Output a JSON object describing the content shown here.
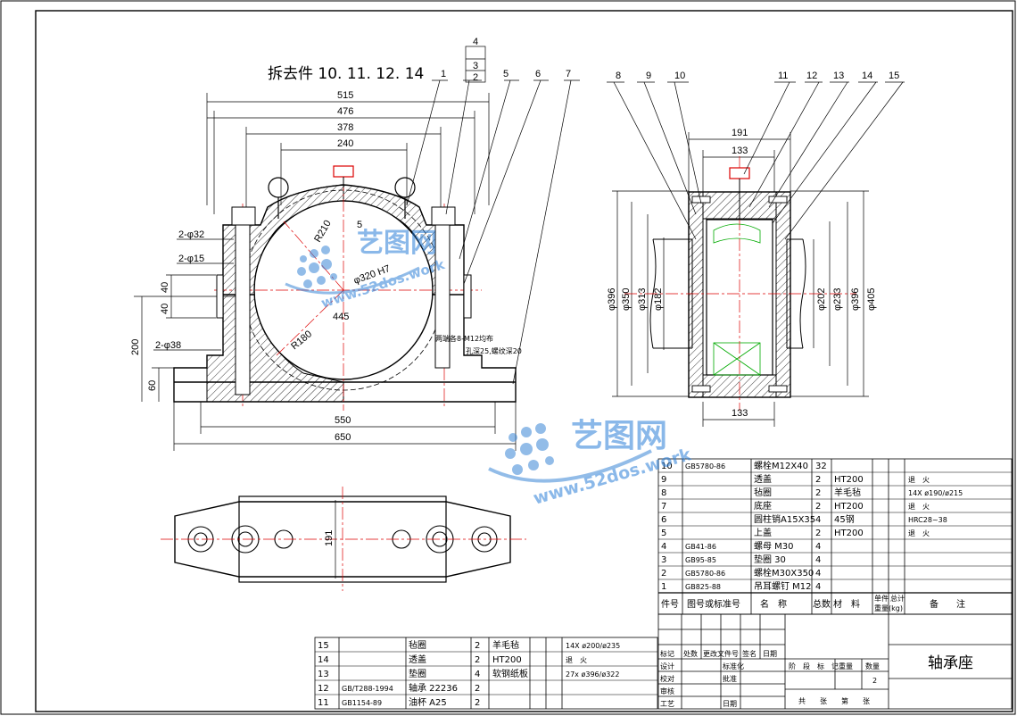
{
  "drawing": {
    "title": "拆去件 10. 11. 12. 14",
    "part_name": "轴承座",
    "watermark_cn": "艺图网",
    "watermark_en": "www.52dos.work"
  },
  "front_view": {
    "dims": {
      "d515": "515",
      "d476": "476",
      "d378": "378",
      "d240": "240",
      "d5": "5",
      "r210": "R210",
      "phi320": "φ320 H7",
      "d445": "445",
      "r180": "R180",
      "phi32": "2-φ32",
      "phi15": "2-φ15",
      "phi38": "2-φ38",
      "d40a": "40",
      "d40b": "40",
      "d200": "200",
      "d60": "60",
      "d550": "550",
      "d650": "650"
    },
    "note_line1": "两端各8-M12均布",
    "note_line2": "孔深25,螺纹深20",
    "callouts": [
      "1",
      "2",
      "3",
      "4",
      "5",
      "6",
      "7"
    ]
  },
  "side_view": {
    "dims": {
      "d191": "191",
      "d133a": "133",
      "d133b": "133",
      "phi396a": "φ396",
      "phi350": "φ350",
      "phi313": "φ313",
      "phi182": "φ182",
      "phi202": "φ202",
      "phi233": "φ233",
      "phi396b": "φ396",
      "phi405": "φ405"
    },
    "callouts": [
      "8",
      "9",
      "10",
      "11",
      "12",
      "13",
      "14",
      "15"
    ]
  },
  "top_view": {
    "dims": {
      "d191": "191"
    }
  },
  "bom_right": [
    {
      "no": "10",
      "std": "GB5780-86",
      "name": "螺栓M12X40",
      "qty": "32",
      "mat": "",
      "note": ""
    },
    {
      "no": "9",
      "std": "",
      "name": "透盖",
      "qty": "2",
      "mat": "HT200",
      "note": "退　火"
    },
    {
      "no": "8",
      "std": "",
      "name": "毡圈",
      "qty": "2",
      "mat": "羊毛毡",
      "note": "14X ø190/ø215"
    },
    {
      "no": "7",
      "std": "",
      "name": "底座",
      "qty": "2",
      "mat": "HT200",
      "note": "退　火"
    },
    {
      "no": "6",
      "std": "",
      "name": "圆柱销A15X35",
      "qty": "4",
      "mat": "45钢",
      "note": "HRC28~38"
    },
    {
      "no": "5",
      "std": "",
      "name": "上盖",
      "qty": "2",
      "mat": "HT200",
      "note": "退　火"
    },
    {
      "no": "4",
      "std": "GB41-86",
      "name": "螺母 M30",
      "qty": "4",
      "mat": "",
      "note": ""
    },
    {
      "no": "3",
      "std": "GB95-85",
      "name": "垫圈 30",
      "qty": "4",
      "mat": "",
      "note": ""
    },
    {
      "no": "2",
      "std": "GB5780-86",
      "name": "螺栓M30X350",
      "qty": "4",
      "mat": "",
      "note": ""
    },
    {
      "no": "1",
      "std": "GB825-88",
      "name": "吊耳螺钉 M12",
      "qty": "4",
      "mat": "",
      "note": ""
    }
  ],
  "bom_header": {
    "no": "件号",
    "std": "图号或标准号",
    "name": "名　称",
    "qty": "总数",
    "mat": "材　料",
    "weight_a": "单件",
    "weight_b": "总计",
    "weight_unit": "重量(kg)",
    "note": "备　　注"
  },
  "bom_left": [
    {
      "no": "15",
      "std": "",
      "name": "毡圈",
      "qty": "2",
      "mat": "羊毛毡",
      "note": "14X ø200/ø235"
    },
    {
      "no": "14",
      "std": "",
      "name": "透盖",
      "qty": "2",
      "mat": "HT200",
      "note": "退　火"
    },
    {
      "no": "13",
      "std": "",
      "name": "垫圈",
      "qty": "4",
      "mat": "软钢纸板",
      "note": "27x ø396/ø322"
    },
    {
      "no": "12",
      "std": "GB/T288-1994",
      "name": "轴承 22236",
      "qty": "2",
      "mat": "",
      "note": ""
    },
    {
      "no": "11",
      "std": "GB1154-89",
      "name": "油杯 A25",
      "qty": "2",
      "mat": "",
      "note": ""
    }
  ],
  "title_block": {
    "rev_header": [
      "标记",
      "处数",
      "更改文件号",
      "签名",
      "日期"
    ],
    "roles": [
      "设计",
      "校对",
      "审核",
      "工艺"
    ],
    "std_label": "标准化",
    "approve_label": "批准",
    "date_label": "日期",
    "stage_header": [
      "阶　段　标　记",
      "重量",
      "数量"
    ],
    "scale_val": "2",
    "sheets_label": "共　　张　　第　　张"
  }
}
